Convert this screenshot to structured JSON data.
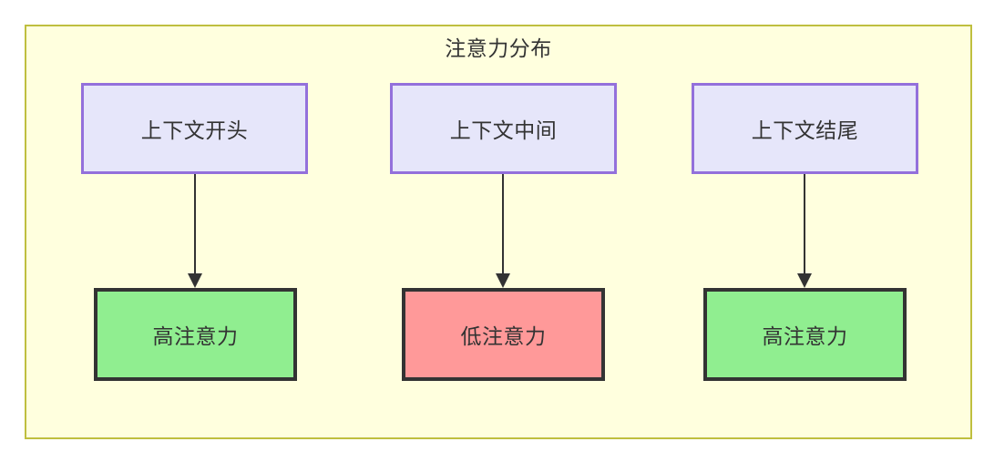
{
  "diagram": {
    "type": "flowchart",
    "title": "注意力分布",
    "background_color": "#ffffde",
    "border_color": "#bfbf3f",
    "context_node_fill": "#e6e6fa",
    "context_node_border": "#9370db",
    "high_attention_fill": "#90ee90",
    "low_attention_fill": "#ff9999",
    "attention_node_border": "#333333",
    "edge_color": "#333333"
  },
  "columns": [
    {
      "context_label": "上下文开头",
      "attention_label": "高注意力",
      "attention_level": "high"
    },
    {
      "context_label": "上下文中间",
      "attention_label": "低注意力",
      "attention_level": "low"
    },
    {
      "context_label": "上下文结尾",
      "attention_label": "高注意力",
      "attention_level": "high"
    }
  ],
  "edges": [
    {
      "from": "上下文开头",
      "to": "高注意力",
      "arrow": "arrow-down-icon"
    },
    {
      "from": "上下文中间",
      "to": "低注意力",
      "arrow": "arrow-down-icon"
    },
    {
      "from": "上下文结尾",
      "to": "高注意力",
      "arrow": "arrow-down-icon"
    }
  ]
}
